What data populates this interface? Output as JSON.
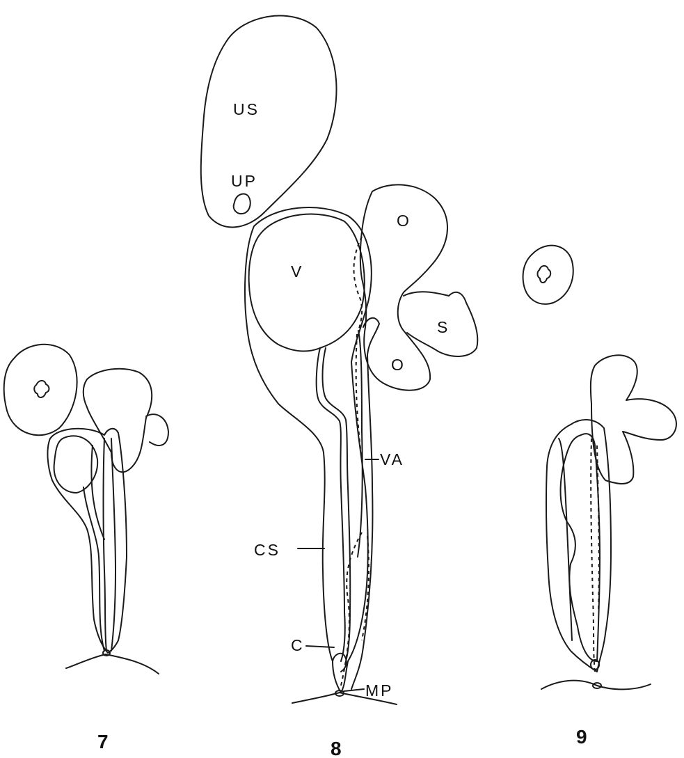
{
  "figures": [
    {
      "number": "7"
    },
    {
      "number": "8",
      "labels": {
        "us": "US",
        "up": "UP",
        "v": "V",
        "o_upper": "O",
        "s": "S",
        "o_lower": "O",
        "va": "VA",
        "cs": "CS",
        "c": "C",
        "mp": "MP"
      }
    },
    {
      "number": "9"
    }
  ],
  "colors": {
    "ink": "#1a1a1a",
    "paper": "#ffffff"
  }
}
